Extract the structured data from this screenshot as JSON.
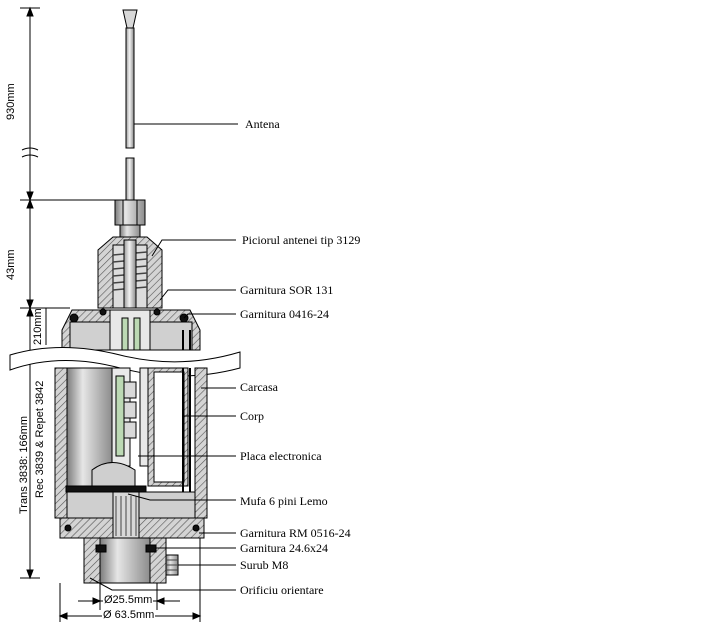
{
  "dimensions": {
    "antenna_length": "930mm",
    "antenna_base_height": "43mm",
    "housing_height": "210mm",
    "variant_line1": "Trans 3838: 166mm",
    "variant_line2": "Rec 3839 & Repet 3842",
    "connector_diameter": "Ø25.5mm",
    "body_diameter": "Ø 63.5mm"
  },
  "callouts": [
    "Antena",
    "Piciorul antenei tip 3129",
    "Garnitura SOR 131",
    "Garnitura 0416-24",
    "Carcasa",
    "Corp",
    "Placa electronica",
    "Mufa 6 pini Lemo",
    "Garnitura  RM 0516-24",
    "Garnitura  24.6x24",
    "Surub M8",
    "Orificiu orientare"
  ],
  "colors": {
    "line": "#000000",
    "metal_dark": "#8f8f8f",
    "metal_mid": "#b9b9b9",
    "metal_light": "#e4e4e4",
    "hatch": "#555555",
    "insulator_green": "#bcd9b4",
    "gasket": "#111111"
  }
}
